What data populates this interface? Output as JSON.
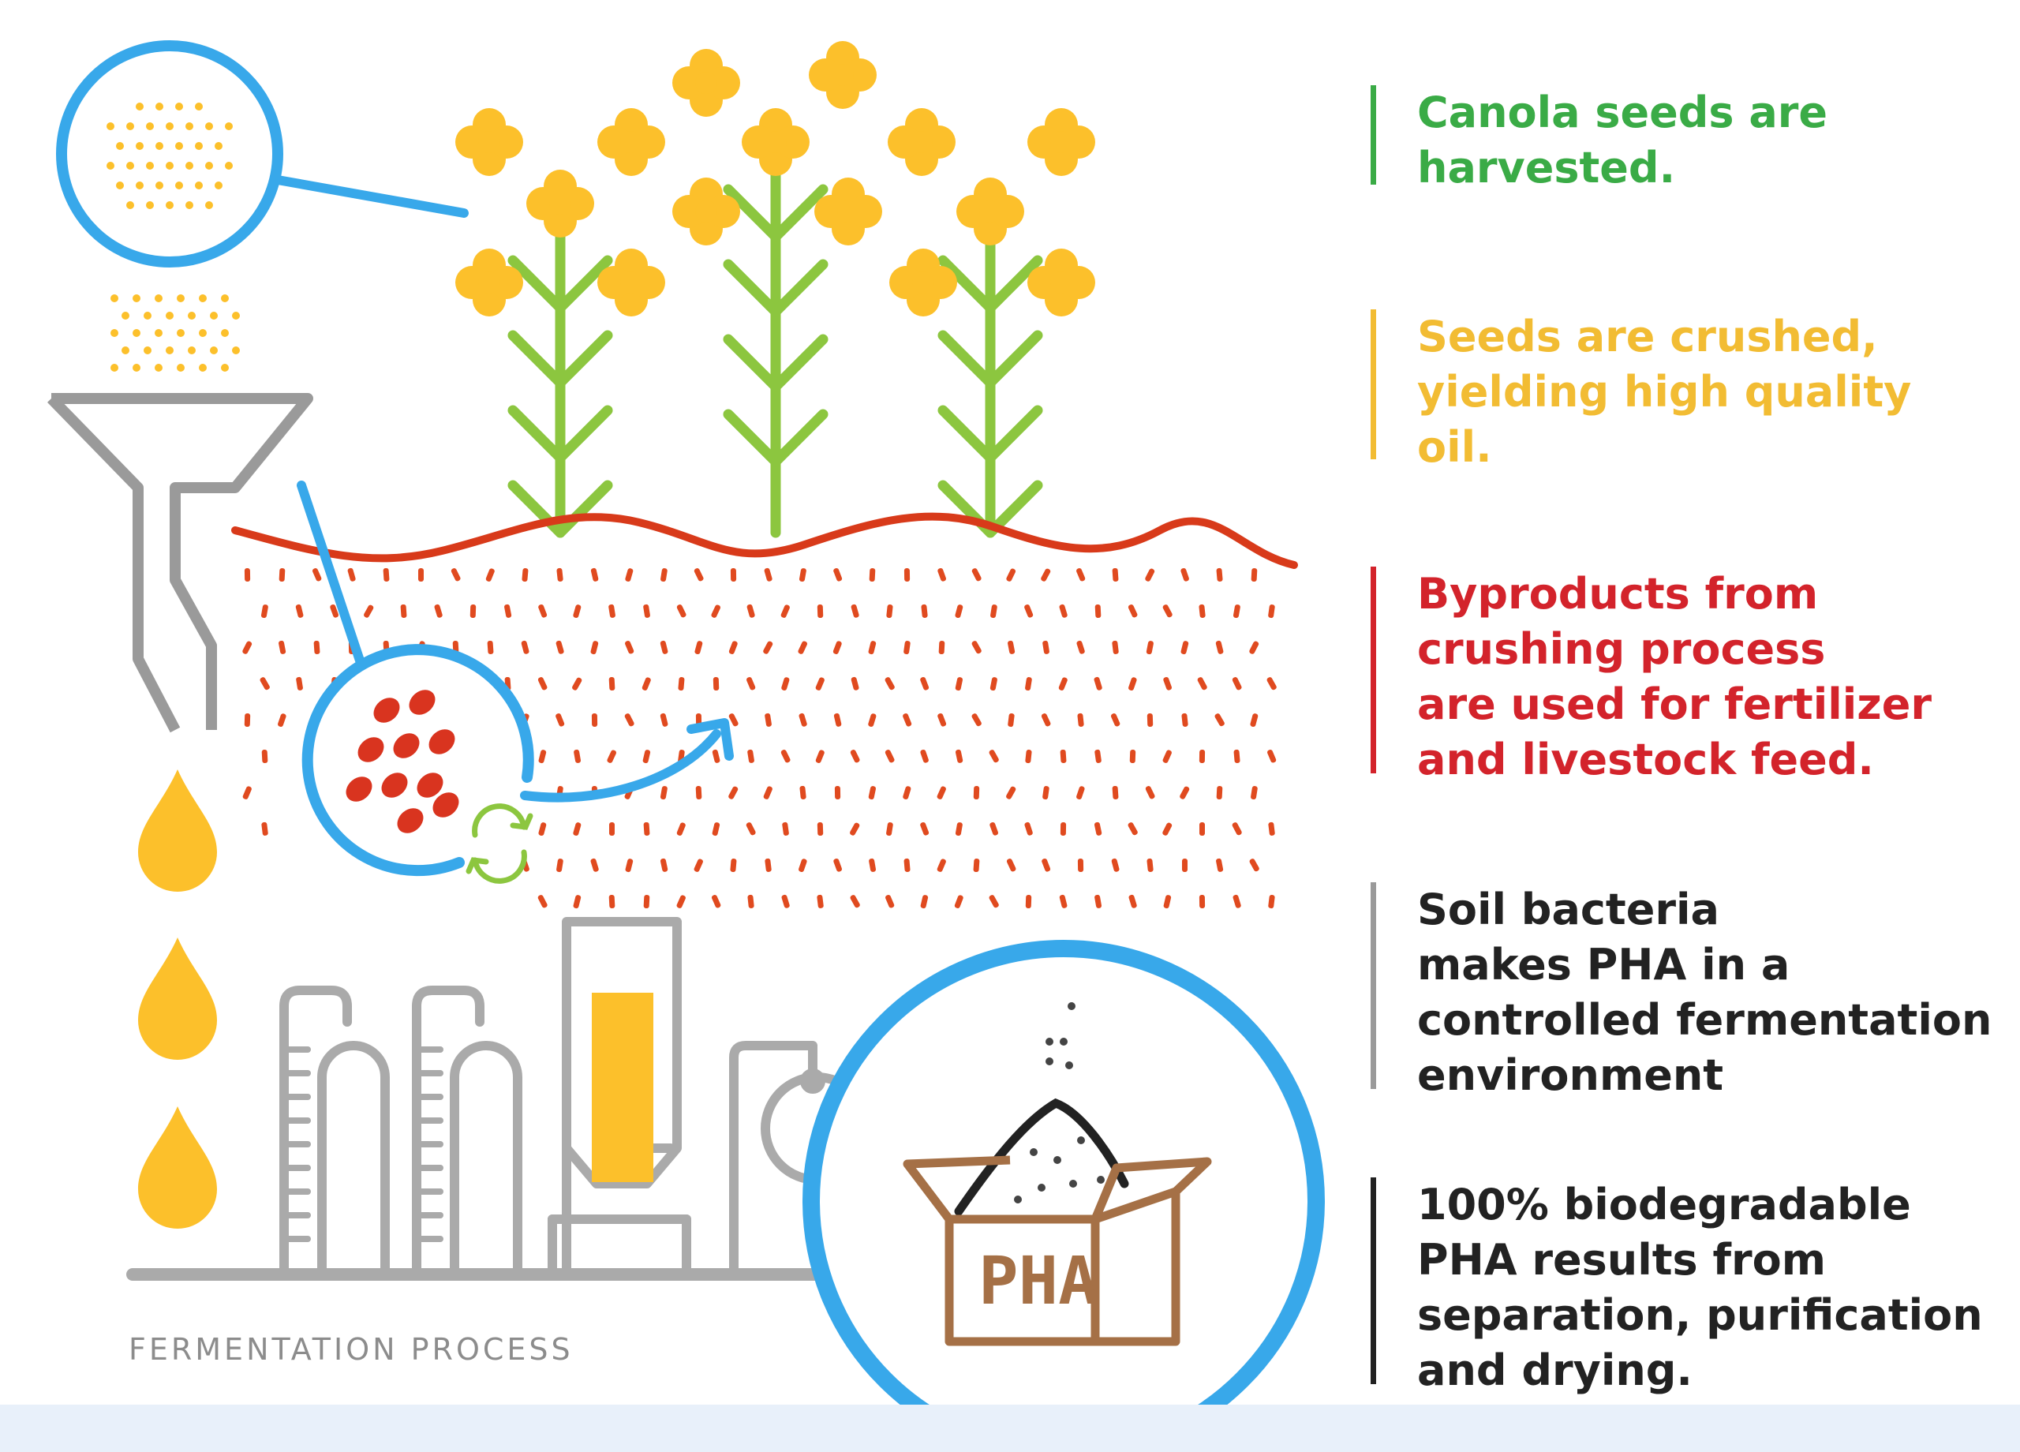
{
  "colors": {
    "green": "#3aab46",
    "yellow": "#f2bc33",
    "red": "#d3232b",
    "dark": "#222222",
    "gray_line": "#9a9a9a",
    "black_line": "#222222",
    "blue": "#38a8ea",
    "flower": "#fcc02b",
    "stem": "#8cc63f",
    "soil": "#e04a1f",
    "brown": "#a57046",
    "machine": "#aaaaaa",
    "band": "#e8f0fa"
  },
  "steps": [
    {
      "text": "Canola seeds are\nharvested.",
      "color": "#3aab46",
      "line_color": "#3aab46"
    },
    {
      "text": "Seeds are crushed,\nyielding high quality\noil.",
      "color": "#f2bc33",
      "line_color": "#f2bc33"
    },
    {
      "text": "Byproducts from\ncrushing process\nare used for fertilizer\nand livestock feed.",
      "color": "#d3232b",
      "line_color": "#d3232b"
    },
    {
      "text": "Soil bacteria\nmakes PHA in a\ncontrolled fermentation\nenvironment",
      "color": "#222222",
      "line_color": "#9a9a9a"
    },
    {
      "text": "100% biodegradable\nPHA results from\nseparation, purification\nand drying.",
      "color": "#222222",
      "line_color": "#222222"
    }
  ],
  "caption": "FERMENTATION PROCESS",
  "box_label": "PHA",
  "icons": [
    "magnifier-circle-icon",
    "canola-flower-icon",
    "hopper-icon",
    "oil-drop-icon",
    "recycle-icon",
    "pha-box-icon"
  ]
}
